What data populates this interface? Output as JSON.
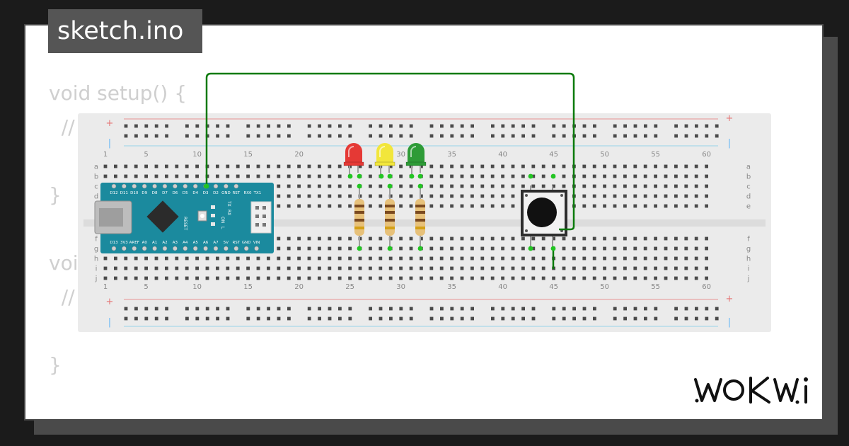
{
  "title": "sketch.ino",
  "code_lines": [
    "void setup() {",
    "  //",
    "",
    "}",
    "",
    "void",
    "  //",
    "",
    "}"
  ],
  "breadboard": {
    "columns": [
      "1",
      "5",
      "10",
      "15",
      "20",
      "25",
      "30",
      "35",
      "40",
      "45",
      "50",
      "55",
      "60"
    ],
    "rows_top": [
      "a",
      "b",
      "c",
      "d",
      "e"
    ],
    "rows_bottom": [
      "f",
      "g",
      "h",
      "i",
      "j"
    ],
    "rail_plus": "+",
    "rail_minus": "|"
  },
  "arduino": {
    "top_pins": [
      "D12",
      "D11",
      "D10",
      "D9",
      "D8",
      "D7",
      "D6",
      "D5",
      "D4",
      "D3",
      "D2",
      "GND",
      "RST",
      "RX0",
      "TX1"
    ],
    "bottom_pins": [
      "D13",
      "3V3",
      "AREF",
      "A0",
      "A1",
      "A2",
      "A3",
      "A4",
      "A5",
      "A6",
      "A7",
      "5V",
      "RST",
      "GND",
      "VIN"
    ],
    "labels": [
      "RESET",
      "ON",
      "L",
      "TX",
      "RX"
    ]
  },
  "leds": [
    {
      "color": "red",
      "hex": "#e53935"
    },
    {
      "color": "yellow",
      "hex": "#f2e63b"
    },
    {
      "color": "green",
      "hex": "#2e9b37"
    }
  ],
  "colors": {
    "wire": "#0b7a0b",
    "pin_highlight": "#22c522",
    "arduino_board": "#1b8a9e",
    "rail_red": "#e8a5a5",
    "rail_blue": "#a8d8ea"
  },
  "logo": "WOKWi"
}
